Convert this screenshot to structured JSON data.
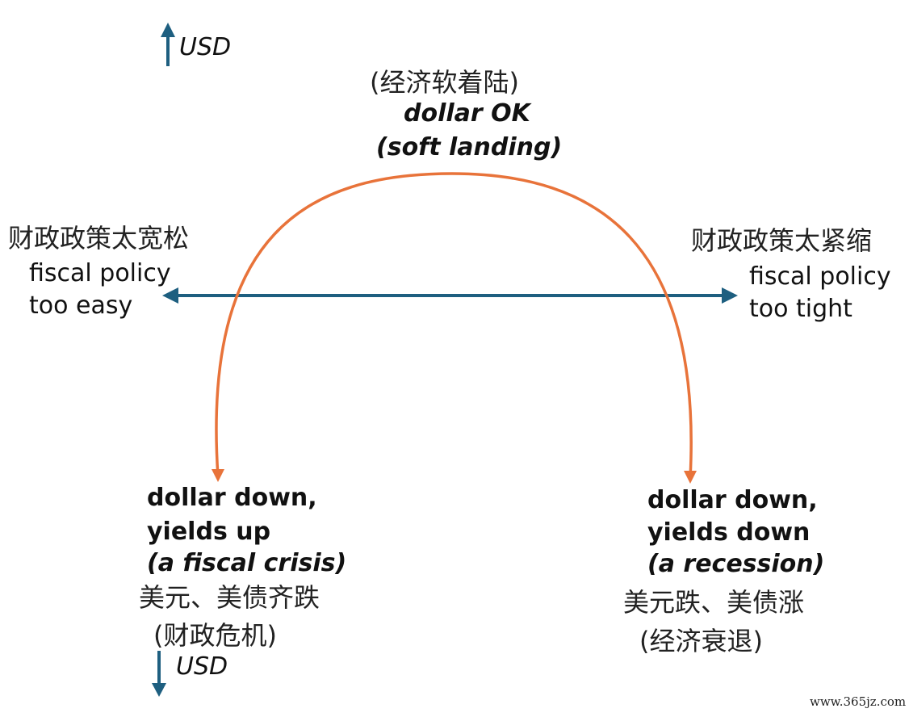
{
  "colors": {
    "arc": "#e8733a",
    "axis": "#1e5f80",
    "text": "#111111"
  },
  "usd_top": {
    "icon": "arrow-up-icon",
    "label": "USD"
  },
  "usd_bottom": {
    "icon": "arrow-down-icon",
    "label": "USD"
  },
  "top": {
    "cn": "(经济软着陆)",
    "line1": "dollar OK",
    "line2": "(soft landing)"
  },
  "left": {
    "cn": "财政政策太宽松",
    "line1": "fiscal policy",
    "line2": "too easy"
  },
  "right": {
    "cn": "财政政策太紧缩",
    "line1": "fiscal policy",
    "line2": "too tight"
  },
  "bottom_left": {
    "line1": "dollar down,",
    "line2": "yields up",
    "line3": "(a fiscal crisis)",
    "cn1": "美元、美债齐跌",
    "cn2": "(财政危机)"
  },
  "bottom_right": {
    "line1": "dollar down,",
    "line2": "yields down",
    "line3": "(a recession)",
    "cn1": "美元跌、美债涨",
    "cn2": "(经济衰退)"
  },
  "watermark": "www.365jz.com"
}
